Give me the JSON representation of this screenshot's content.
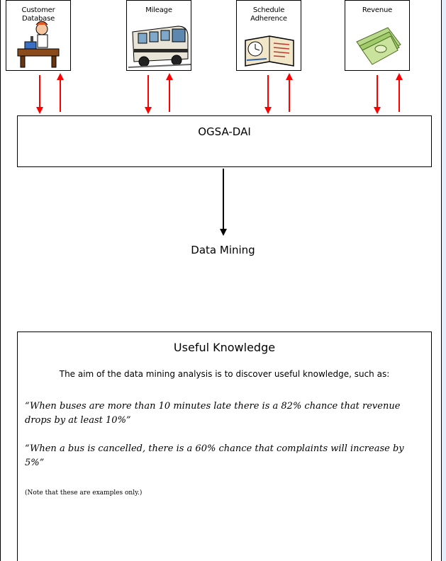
{
  "sources": [
    {
      "label": "Customer\nDatabase",
      "icon": "customer-database-icon"
    },
    {
      "label": "Mileage",
      "icon": "bus-icon"
    },
    {
      "label": "Schedule\nAdherence",
      "icon": "schedule-book-icon"
    },
    {
      "label": "Revenue",
      "icon": "money-icon"
    }
  ],
  "ogsa": {
    "title": "OGSA-DAI"
  },
  "mining": {
    "label": "Data Mining"
  },
  "knowledge": {
    "title": "Useful Knowledge",
    "intro": "The aim of the data mining analysis is to discover useful knowledge, such as:",
    "quote1": "“When buses are more than 10 minutes late there is a 82% chance that revenue drops by at least 10%”",
    "quote2": "“When a bus is cancelled, there is a 60% chance that complaints will increase by 5%”",
    "note": "(Note that these are examples only.)"
  },
  "colors": {
    "arrow_red": "#ff0000",
    "arrow_black": "#000000"
  }
}
